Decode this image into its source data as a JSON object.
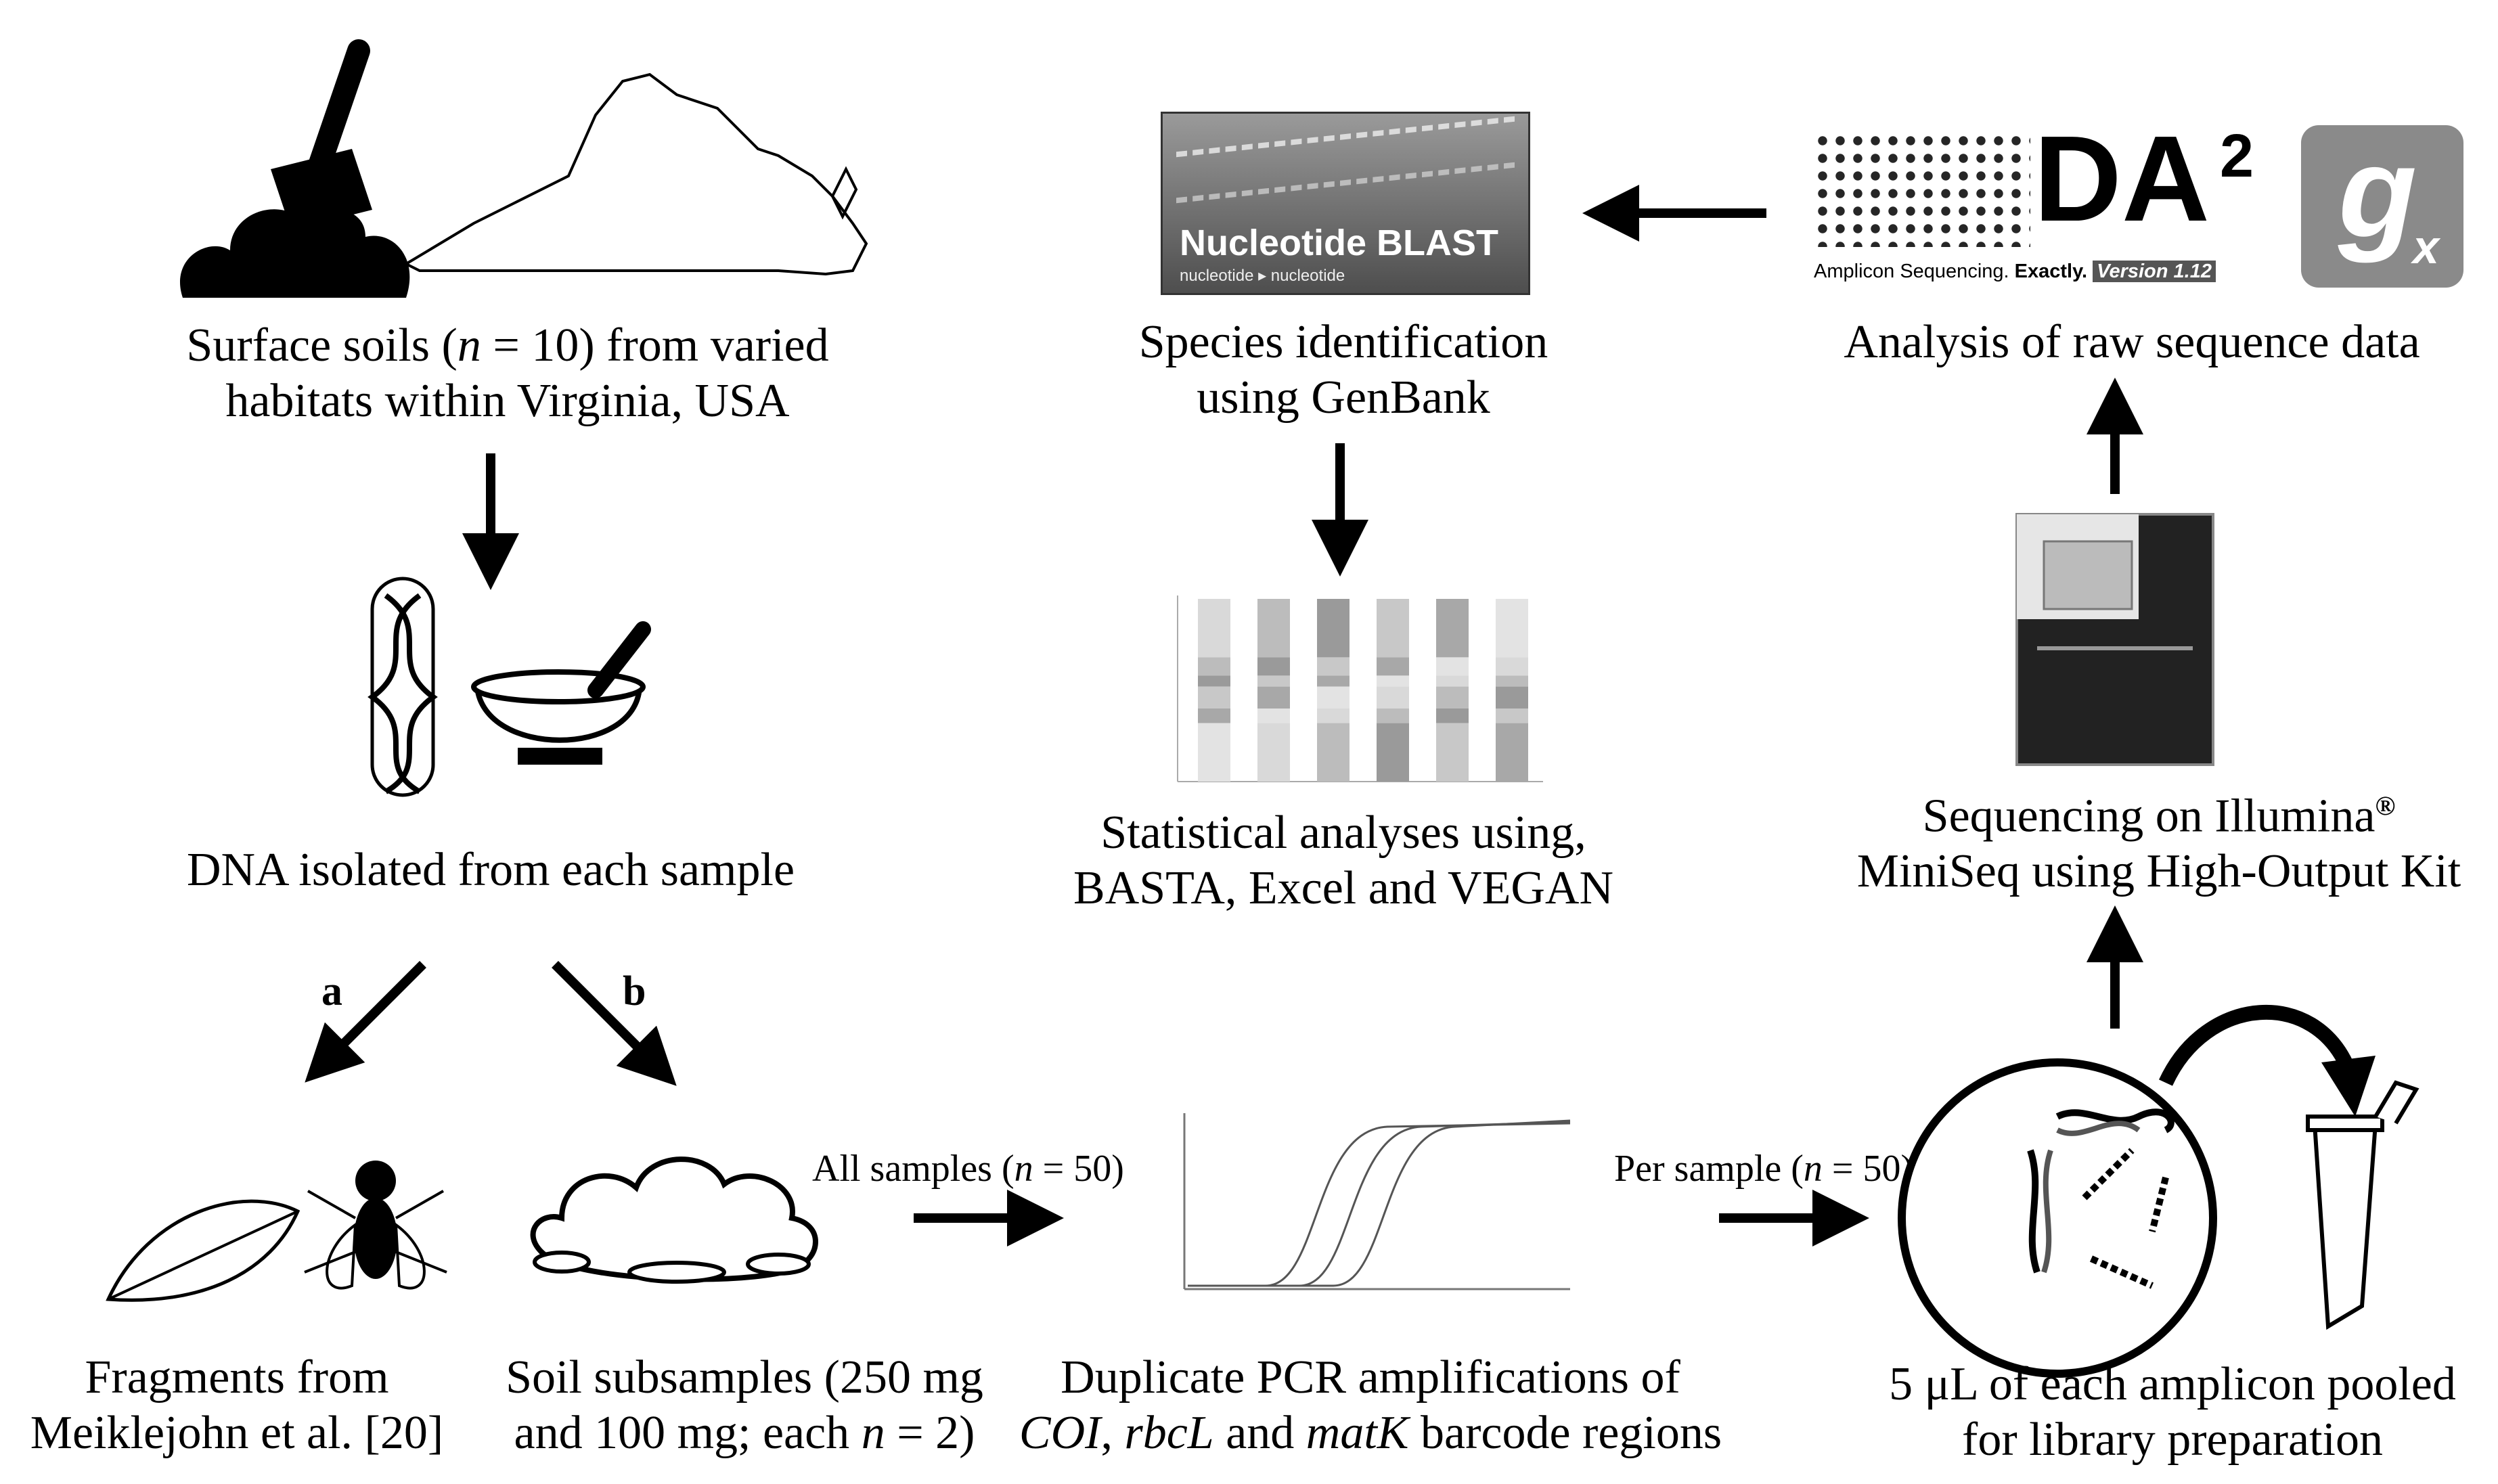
{
  "captions": {
    "soils": [
      "Surface soils (",
      "n",
      " = 10) from varied",
      "habitats within Virginia, USA"
    ],
    "dna": "DNA isolated from each sample",
    "fragments": [
      "Fragments from",
      "Meiklejohn et al. [20]"
    ],
    "subsamples": [
      "Soil subsamples (250 mg",
      "and 100 mg; each ",
      "n",
      " = 2)"
    ],
    "pcr": [
      "Duplicate PCR amplifications of",
      "COI",
      ", ",
      "rbcL",
      " and ",
      "matK",
      " barcode regions"
    ],
    "pooled": [
      "5 μL of each amplicon pooled",
      "for library preparation"
    ],
    "sequencing": [
      "Sequencing on Illumina",
      "®",
      "MiniSeq using High-Output Kit"
    ],
    "raw": "Analysis of raw sequence data",
    "species": [
      "Species identification",
      "using GenBank"
    ],
    "stats": [
      "Statistical analyses using,",
      "BASTA, Excel and VEGAN"
    ]
  },
  "labels": {
    "branch_a": "a",
    "branch_b": "b",
    "all_samples": [
      "All samples (",
      "n",
      " = 50)"
    ],
    "per_sample": [
      "Per sample (",
      "n",
      " = 50)"
    ]
  },
  "logos": {
    "blast_title": "Nucleotide BLAST",
    "blast_sub": "nucleotide ▸ nucleotide",
    "dada_text": "DA",
    "dada_sup": "2",
    "dada_tag1": "Amplicon Sequencing.",
    "dada_tag2": "Exactly.",
    "dada_version": "Version 1.12",
    "g_logo": "g",
    "g_sub": "x"
  },
  "colors": {
    "arrow": "#000000",
    "blast_bg": "#6b6b6b",
    "g_tile": "#8a8a8a"
  }
}
